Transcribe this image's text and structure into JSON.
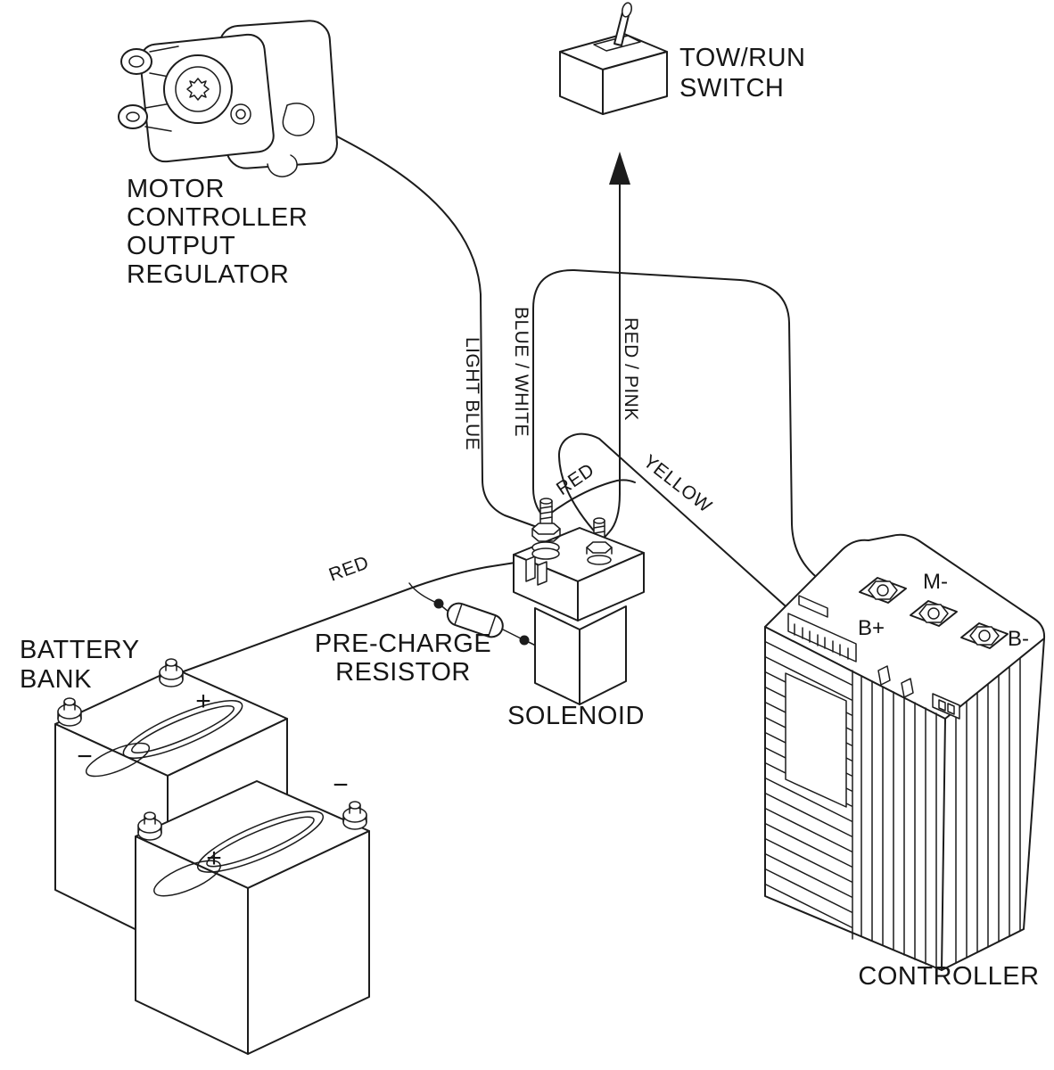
{
  "diagram": {
    "background": "#ffffff",
    "line_color": "#1c1c1c",
    "components": {
      "motor_regulator": {
        "label_lines": [
          "MOTOR",
          "CONTROLLER",
          "OUTPUT",
          "REGULATOR"
        ]
      },
      "tow_run_switch": {
        "label_lines": [
          "TOW/RUN",
          "SWITCH"
        ]
      },
      "battery_bank": {
        "label_lines": [
          "BATTERY",
          "BANK"
        ],
        "battery1": {
          "plus": "+",
          "minus": "−"
        },
        "battery2": {
          "plus": "+",
          "minus": "−"
        }
      },
      "pre_charge_resistor": {
        "label_lines": [
          "PRE-CHARGE",
          "RESISTOR"
        ]
      },
      "solenoid": {
        "label": "SOLENOID"
      },
      "controller": {
        "label": "CONTROLLER",
        "terminals": {
          "b_plus": "B+",
          "m_minus": "M-",
          "b_minus": "B-"
        }
      }
    },
    "wires": {
      "light_blue": {
        "label": "LIGHT BLUE"
      },
      "blue_white": {
        "label": "BLUE / WHITE"
      },
      "red_pink": {
        "label": "RED / PINK"
      },
      "yellow": {
        "label": "YELLOW"
      },
      "red_solenoid": {
        "label": "RED"
      },
      "red_battery": {
        "label": "RED"
      }
    }
  }
}
